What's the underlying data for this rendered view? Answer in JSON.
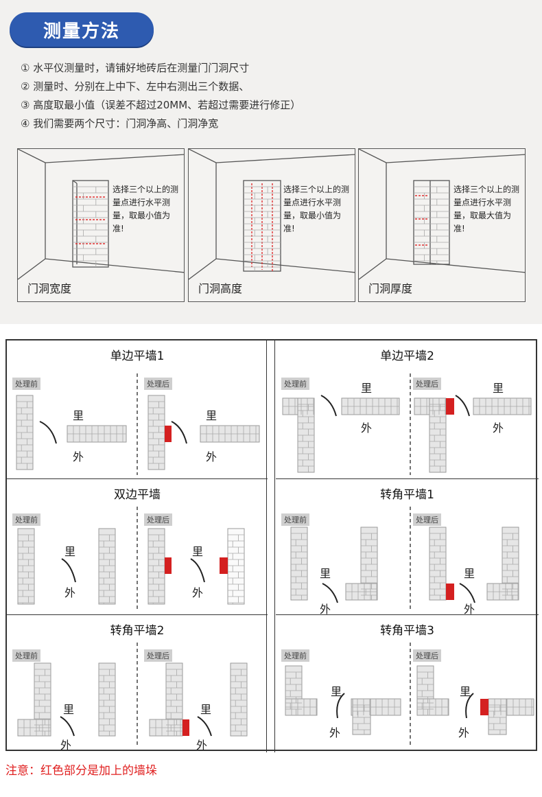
{
  "header": {
    "title": "测量方法"
  },
  "rules": [
    "① 水平仪测量时，请铺好地砖后在测量门门洞尺寸",
    "② 测量时、分别在上中下、左中右测出三个数据、",
    "③ 高度取最小值（误差不超过20MM、若超过需要进行修正）",
    "④ 我们需要两个尺寸：门洞净高、门洞净宽"
  ],
  "panels": [
    {
      "note": "选择三个以上的测量点进行水平测量，取最小值为准!",
      "caption": "门洞宽度"
    },
    {
      "note": "选择三个以上的测量点进行水平测量，取最小值为准!",
      "caption": "门洞高度"
    },
    {
      "note": "选择三个以上的测量点进行水平测量，取最大值为准!",
      "caption": "门洞厚度"
    }
  ],
  "cells": [
    {
      "title": "单边平墙1",
      "before": "处理前",
      "after": "处理后",
      "inside": "里",
      "outside": "外"
    },
    {
      "title": "单边平墙2",
      "before": "处理前",
      "after": "处理后",
      "inside": "里",
      "outside": "外"
    },
    {
      "title": "双边平墙",
      "before": "处理前",
      "after": "处理后",
      "inside": "里",
      "outside": "外"
    },
    {
      "title": "转角平墙1",
      "before": "处理前",
      "after": "处理后",
      "inside": "里",
      "outside": "外"
    },
    {
      "title": "转角平墙2",
      "before": "处理前",
      "after": "处理后",
      "inside": "里",
      "outside": "外"
    },
    {
      "title": "转角平墙3",
      "before": "处理前",
      "after": "处理后",
      "inside": "里",
      "outside": "外"
    }
  ],
  "footnote": "注意：红色部分是加上的墙垛",
  "colors": {
    "accent": "#2e5bb0",
    "added_pier": "#d42020",
    "brick": "#e6e6e6",
    "brick_line": "#9a9a9a"
  }
}
